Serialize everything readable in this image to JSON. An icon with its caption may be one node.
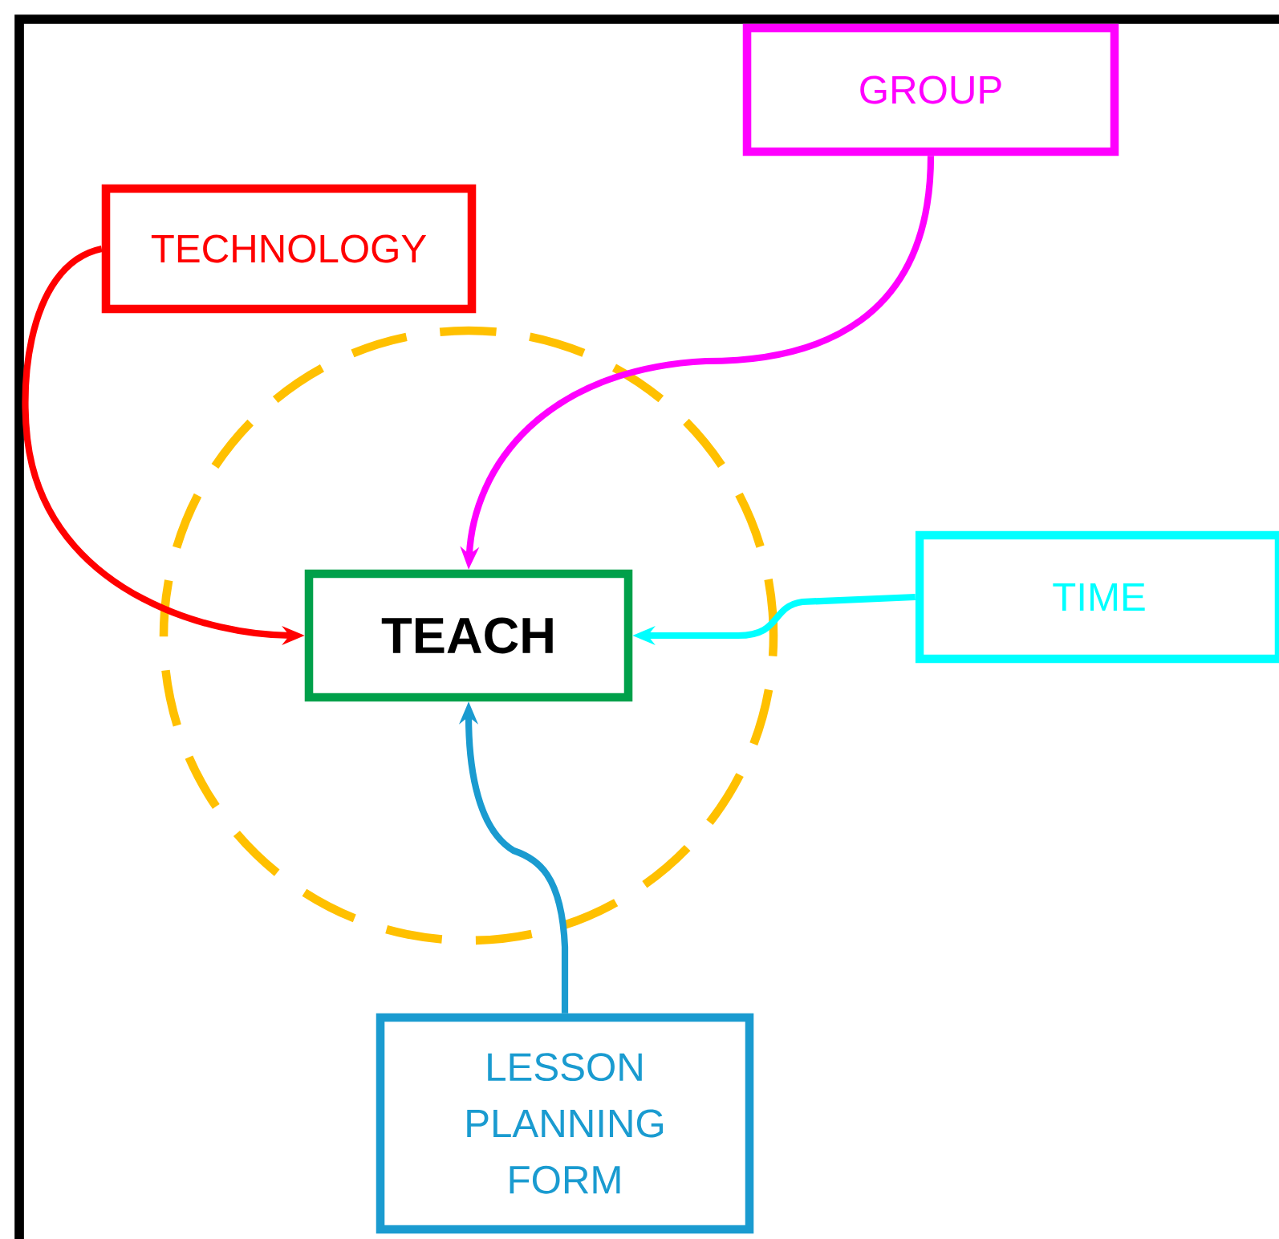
{
  "diagram": {
    "nodes": [
      {
        "text": [
          "GROUP"
        ]
      },
      {
        "text": [
          "TECHNOLOGY"
        ]
      },
      {
        "text": [],
        "shape": "circle"
      },
      {
        "text": [
          "TEACH"
        ],
        "in": 2
      },
      {
        "text": [
          "TIME"
        ]
      },
      {
        "text": [
          "LESSON PLANNING FORM"
        ]
      }
    ],
    "edges": [
      {
        "from": 1,
        "to": 3,
        "arrow": "to",
        "color": "#ff0000"
      },
      {
        "from": 0,
        "to": 3,
        "arrow": "to",
        "color": "#ff00ff"
      },
      {
        "from": 4,
        "to": 3,
        "arrow": "to",
        "color": "#00ffff"
      },
      {
        "from": 5,
        "to": 3,
        "arrow": "to",
        "color": "#1a9bd0"
      }
    ]
  }
}
